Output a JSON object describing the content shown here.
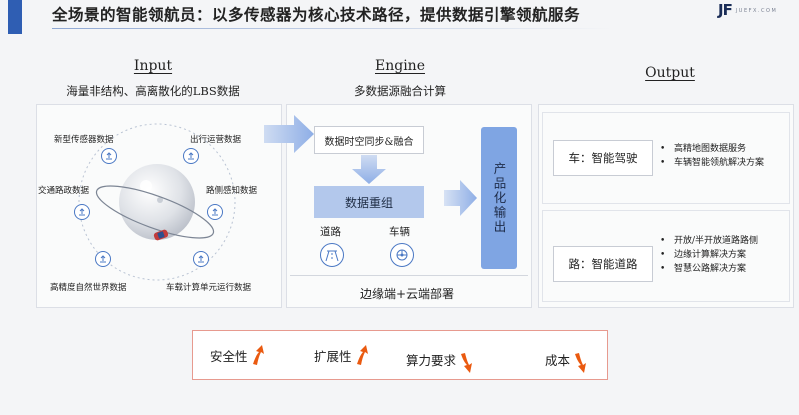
{
  "header": {
    "title": "全场景的智能领航员：以多传感器为核心技术路径，提供数据引擎领航服务",
    "logo_mark": "JF",
    "logo_text": "JUEFX.COM"
  },
  "input": {
    "heading": "Input",
    "subheading": "海量非结构、高离散化的LBS数据",
    "sources": [
      {
        "label": "新型传感器数据",
        "icon": "upload-icon"
      },
      {
        "label": "出行运营数据",
        "icon": "upload-icon"
      },
      {
        "label": "交通路政数据",
        "icon": "upload-icon"
      },
      {
        "label": "路侧感知数据",
        "icon": "upload-icon"
      },
      {
        "label": "高精度自然世界数据",
        "icon": "upload-icon"
      },
      {
        "label": "车载计算单元运行数据",
        "icon": "upload-icon"
      }
    ]
  },
  "engine": {
    "heading": "Engine",
    "subheading": "多数据源融合计算",
    "sync_label": "数据时空同步&融合",
    "reorg_label": "数据重组",
    "conditions": [
      {
        "label": "道路",
        "icon": "road-icon"
      },
      {
        "label": "车辆",
        "icon": "vehicle-icon"
      }
    ],
    "product_label": "产品化输出",
    "deploy_label": "边缘端+云端部署"
  },
  "output": {
    "heading": "Output",
    "groups": [
      {
        "label": "车：智能驾驶",
        "bullets": [
          "高精地图数据服务",
          "车辆智能领航解决方案"
        ]
      },
      {
        "label": "路：智能道路",
        "bullets": [
          "开放/半开放道路路侧",
          "边缘计算解决方案",
          "智慧公路解决方案"
        ]
      }
    ]
  },
  "metrics": [
    {
      "label": "安全性",
      "trend": "up"
    },
    {
      "label": "扩展性",
      "trend": "up"
    },
    {
      "label": "算力要求",
      "trend": "down"
    },
    {
      "label": "成本",
      "trend": "down"
    }
  ],
  "colors": {
    "primary_blue": "#2f5eb3",
    "light_blue": "#b3c8ec",
    "mid_blue": "#7fa5e3",
    "arrow_orange": "#ea5a10",
    "metric_border": "#e79a8f"
  }
}
